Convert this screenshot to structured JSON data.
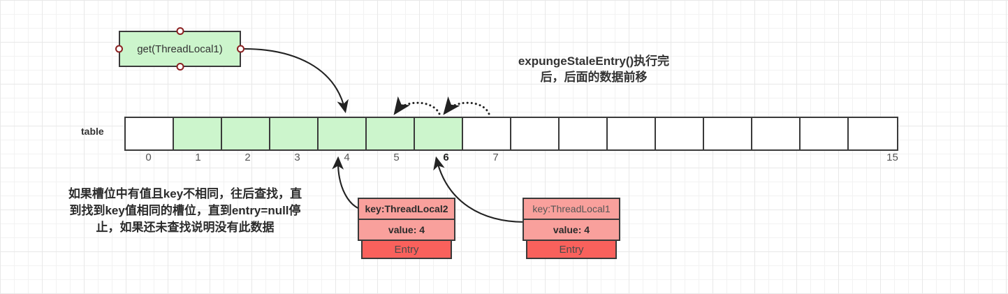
{
  "get_node": {
    "label": "get(ThreadLocal1)",
    "connectors": [
      "left-connector",
      "right-connector",
      "top-connector",
      "bottom-connector"
    ],
    "fill": "#ccf5cc"
  },
  "title": {
    "text": "expungeStaleEntry()执行完\n后，后面的数据前移"
  },
  "table": {
    "label": "table",
    "cells": [
      {
        "index": "0",
        "filled": false
      },
      {
        "index": "1",
        "filled": true
      },
      {
        "index": "2",
        "filled": true
      },
      {
        "index": "3",
        "filled": true
      },
      {
        "index": "4",
        "filled": true
      },
      {
        "index": "5",
        "filled": true
      },
      {
        "index": "6",
        "filled": true
      },
      {
        "index": "7",
        "filled": false
      },
      {
        "index": "8",
        "filled": false
      },
      {
        "index": "9",
        "filled": false
      },
      {
        "index": "10",
        "filled": false
      },
      {
        "index": "11",
        "filled": false
      },
      {
        "index": "12",
        "filled": false
      },
      {
        "index": "13",
        "filled": false
      },
      {
        "index": "14",
        "filled": false
      },
      {
        "index": "15",
        "filled": false
      }
    ],
    "visible_index_labels": [
      "0",
      "1",
      "2",
      "3",
      "4",
      "5",
      "6",
      "7",
      "15"
    ],
    "bold_index_labels": [
      "6"
    ],
    "fill_color": "#ccf5cc",
    "empty_color": "#ffffff"
  },
  "note": {
    "text": "如果槽位中有值且key不相同，往后查找，直\n到找到key值相同的槽位，直到entry=null停\n止，如果还未查找说明没有此数据"
  },
  "entries": [
    {
      "name": "entry-threadlocal2",
      "key": "key:ThreadLocal2",
      "value": "value: 4",
      "footer": "Entry",
      "key_bold": true,
      "value_bold": true,
      "points_to_index": "4"
    },
    {
      "name": "entry-threadlocal1",
      "key": "key:ThreadLocal1",
      "value": "value: 4",
      "footer": "Entry",
      "key_bold": false,
      "value_bold": true,
      "points_to_index": "6"
    }
  ],
  "arrows": [
    {
      "name": "get-to-slot4-arrow",
      "style": "solid",
      "from": "get-node-right-connector",
      "to": "table-cell-4-top"
    },
    {
      "name": "entry2-to-slot4-arrow",
      "style": "solid",
      "from": "entry-threadlocal2",
      "to": "table-cell-4-bottom"
    },
    {
      "name": "entry1-to-slot6-arrow",
      "style": "solid",
      "from": "entry-threadlocal1",
      "to": "table-cell-6-bottom"
    },
    {
      "name": "shift-slot6-to-slot5-arrow",
      "style": "dotted",
      "from": "table-cell-6",
      "to": "table-cell-5"
    },
    {
      "name": "shift-slot7-to-slot6-arrow",
      "style": "dotted",
      "from": "table-cell-7",
      "to": "table-cell-6"
    }
  ],
  "colors": {
    "green_fill": "#ccf5cc",
    "pink_fill": "#f9a09c",
    "red_fill": "#f9615c",
    "stroke": "#3a3a3a",
    "connector": "#8b2020"
  }
}
